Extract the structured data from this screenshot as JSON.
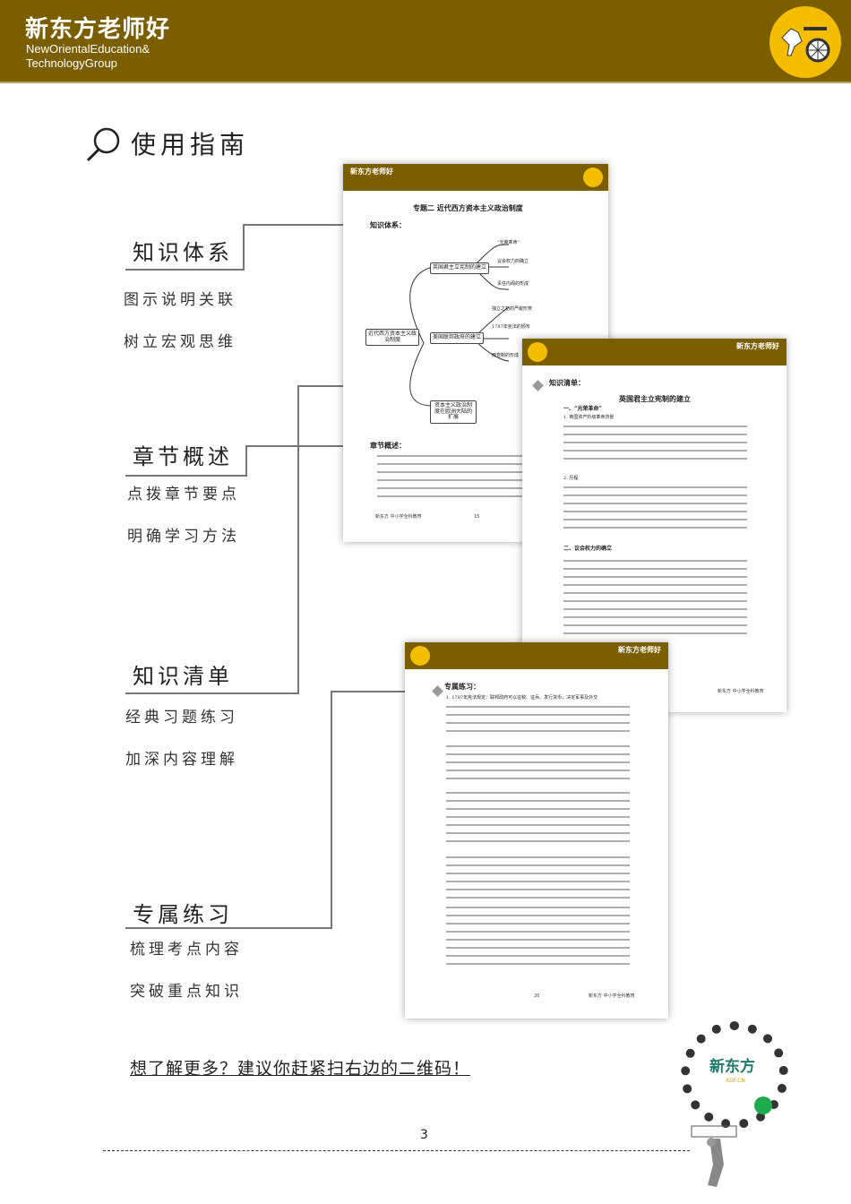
{
  "header": {
    "brand": "新东方老师好",
    "sub1": "NewOrientalEducation&",
    "sub2": "TechnologyGroup",
    "color": "#7b5e00",
    "logo_color": "#f5bd00"
  },
  "guide": {
    "title": "使用指南",
    "icon": "magnifier-icon"
  },
  "sections": [
    {
      "label": "知识体系",
      "lines": [
        "图示说明关联",
        "树立宏观思维"
      ]
    },
    {
      "label": "章节概述",
      "lines": [
        "点拨章节要点",
        "明确学习方法"
      ]
    },
    {
      "label": "知识清单",
      "lines": [
        "经典习题练习",
        "加深内容理解"
      ]
    },
    {
      "label": "专属练习",
      "lines": [
        "梳理考点内容",
        "突破重点知识"
      ]
    }
  ],
  "page1": {
    "brand": "新东方老师好",
    "title": "专题二 近代西方资本主义政治制度",
    "heading1": "知识体系：",
    "root": "近代西方资本主义政治制度",
    "nodes": [
      "英国君主立宪制的建立",
      "美国联邦政府的建立",
      "资本主义政治制度在欧洲大陆的扩展"
    ],
    "leaves": [
      "“光荣革命”",
      "议会权力的确立",
      "责任内阁的形成",
      "独立之初的严峻形势",
      "1787年宪法的颁布",
      "两党制的形成"
    ],
    "heading2": "章节概述：",
    "footer": "新东方 中小学全科教育",
    "page_no": "15"
  },
  "page2": {
    "brand": "新东方老师好",
    "heading": "知识清单：",
    "title": "英国君主立宪制的建立",
    "s1": "一、“光荣革命”",
    "s1a": "1. 英国资产阶级革命背景",
    "s1b": "2. 历程",
    "s2": "二、议会权力的确立",
    "footer": "新东方 中小学全科教育"
  },
  "page3": {
    "brand": "新东方老师好",
    "heading": "专属练习：",
    "q1": "1. 1787年宪法规定：联邦政府可以征税、征兵、发行货币，决定军事及外交",
    "page_no": "20",
    "footer": "新东方 中小学全科教育"
  },
  "cta": "想了解更多？建议你赶紧扫右边的二维码！",
  "page_number": "3",
  "qr": {
    "logo": "新东方",
    "logo_sub": "XDF.CN"
  }
}
